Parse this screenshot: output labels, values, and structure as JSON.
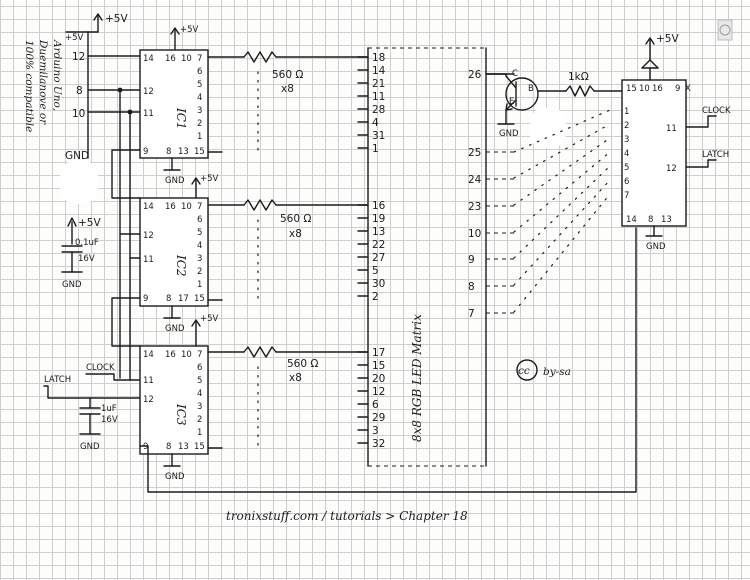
{
  "power": {
    "plus5v": "+5V",
    "gnd": "GND"
  },
  "arduino": {
    "label_lines": [
      "Arduino Uno,",
      "Duemilanove or",
      "100% compatible"
    ],
    "pins": [
      "12",
      "8",
      "10"
    ]
  },
  "capacitors": [
    {
      "value": "0.1uF",
      "voltage": "16V"
    },
    {
      "value": "1uF",
      "voltage": "16V"
    }
  ],
  "control": {
    "clock": "CLOCK",
    "latch": "LATCH"
  },
  "shift_registers": [
    {
      "name": "IC1",
      "pin_left_top": "14",
      "pin_left_mid": "12",
      "pin_left_low": "11",
      "pin_left_bottom": "9",
      "pin_top": [
        "16",
        "10",
        "7"
      ],
      "pin_right": [
        "6",
        "5",
        "4",
        "3",
        "2",
        "1"
      ],
      "pin_bottom": [
        "8",
        "13",
        "15"
      ],
      "resistor": "560 Ω",
      "multiplier": "x8"
    },
    {
      "name": "IC2",
      "pin_left_top": "14",
      "pin_left_mid": "12",
      "pin_left_low": "11",
      "pin_left_bottom": "9",
      "pin_top": [
        "16",
        "10",
        "7"
      ],
      "pin_right": [
        "6",
        "5",
        "4",
        "3",
        "2",
        "1"
      ],
      "pin_bottom": [
        "8",
        "17",
        "15"
      ],
      "resistor": "560 Ω",
      "multiplier": "x8"
    },
    {
      "name": "IC3",
      "pin_left_top": "14",
      "pin_left_mid": "11",
      "pin_left_low": "12",
      "pin_left_bottom": "9",
      "pin_top": [
        "16",
        "10",
        "7"
      ],
      "pin_right": [
        "6",
        "5",
        "4",
        "3",
        "2",
        "1"
      ],
      "pin_bottom": [
        "8",
        "13",
        "15"
      ],
      "resistor": "560 Ω",
      "multiplier": "x8"
    }
  ],
  "matrix": {
    "title": "8x8 RGB LED Matrix",
    "group1": [
      "18",
      "14",
      "21",
      "11",
      "28",
      "4",
      "31",
      "1"
    ],
    "group2": [
      "16",
      "19",
      "13",
      "22",
      "27",
      "5",
      "30",
      "2"
    ],
    "group3": [
      "17",
      "15",
      "20",
      "12",
      "6",
      "29",
      "3",
      "32"
    ],
    "right_pins": [
      "26",
      "25",
      "24",
      "23",
      "10",
      "9",
      "8",
      "7"
    ]
  },
  "transistor": {
    "resistor": "1kΩ",
    "c": "C",
    "b": "B",
    "e": "E"
  },
  "ic4": {
    "top_pins": [
      "15",
      "10",
      "16",
      "9"
    ],
    "x_mark": "X",
    "left_pins": [
      "1",
      "2",
      "3",
      "4",
      "5",
      "6",
      "7"
    ],
    "clock_pin": "11",
    "latch_pin": "12",
    "bottom_pins": [
      "14",
      "8",
      "13"
    ]
  },
  "license": {
    "badge": "cc",
    "text": "by-sa"
  },
  "footer": "tronixstuff.com / tutorials > Chapter 18"
}
